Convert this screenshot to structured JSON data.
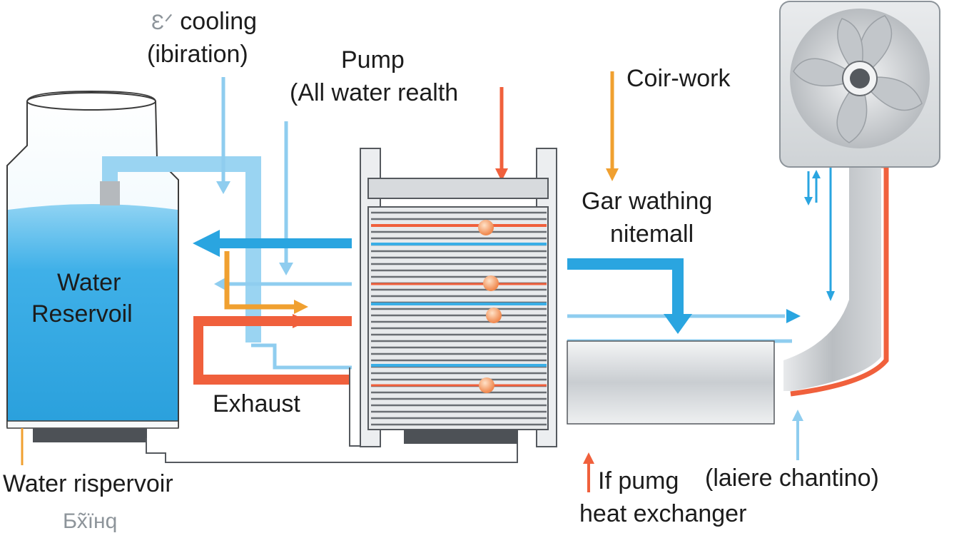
{
  "labels": {
    "cooling_line1_glyph": "Ɛᐟ",
    "cooling_line1": "cooling",
    "cooling_line2": "(ibiration)",
    "pump_line1": "Pump",
    "pump_line2": "(All water realth",
    "coir_work": "Coir-work",
    "gar_line1": "Gar wathing",
    "gar_line2": "nitemall",
    "reservoir_line1": "Water",
    "reservoir_line2": "Reservoil",
    "exhaust": "Exhaust",
    "water_rispervoir": "Water rispervoir",
    "bottom_glyph": "Ƃx̃ïнq",
    "if_pumg": "If pumg",
    "laiere": "(laiere chantino)",
    "heat_exchanger": "heat exchanger"
  },
  "colors": {
    "water": "#3aaee6",
    "water_light": "#8fd0f0",
    "hot": "#f0603c",
    "warm": "#f0a030",
    "metal_dark": "#55595e",
    "metal_light": "#d7dadd"
  },
  "icons": [
    "fan-icon",
    "water-tank-icon",
    "heat-exchanger-icon"
  ]
}
